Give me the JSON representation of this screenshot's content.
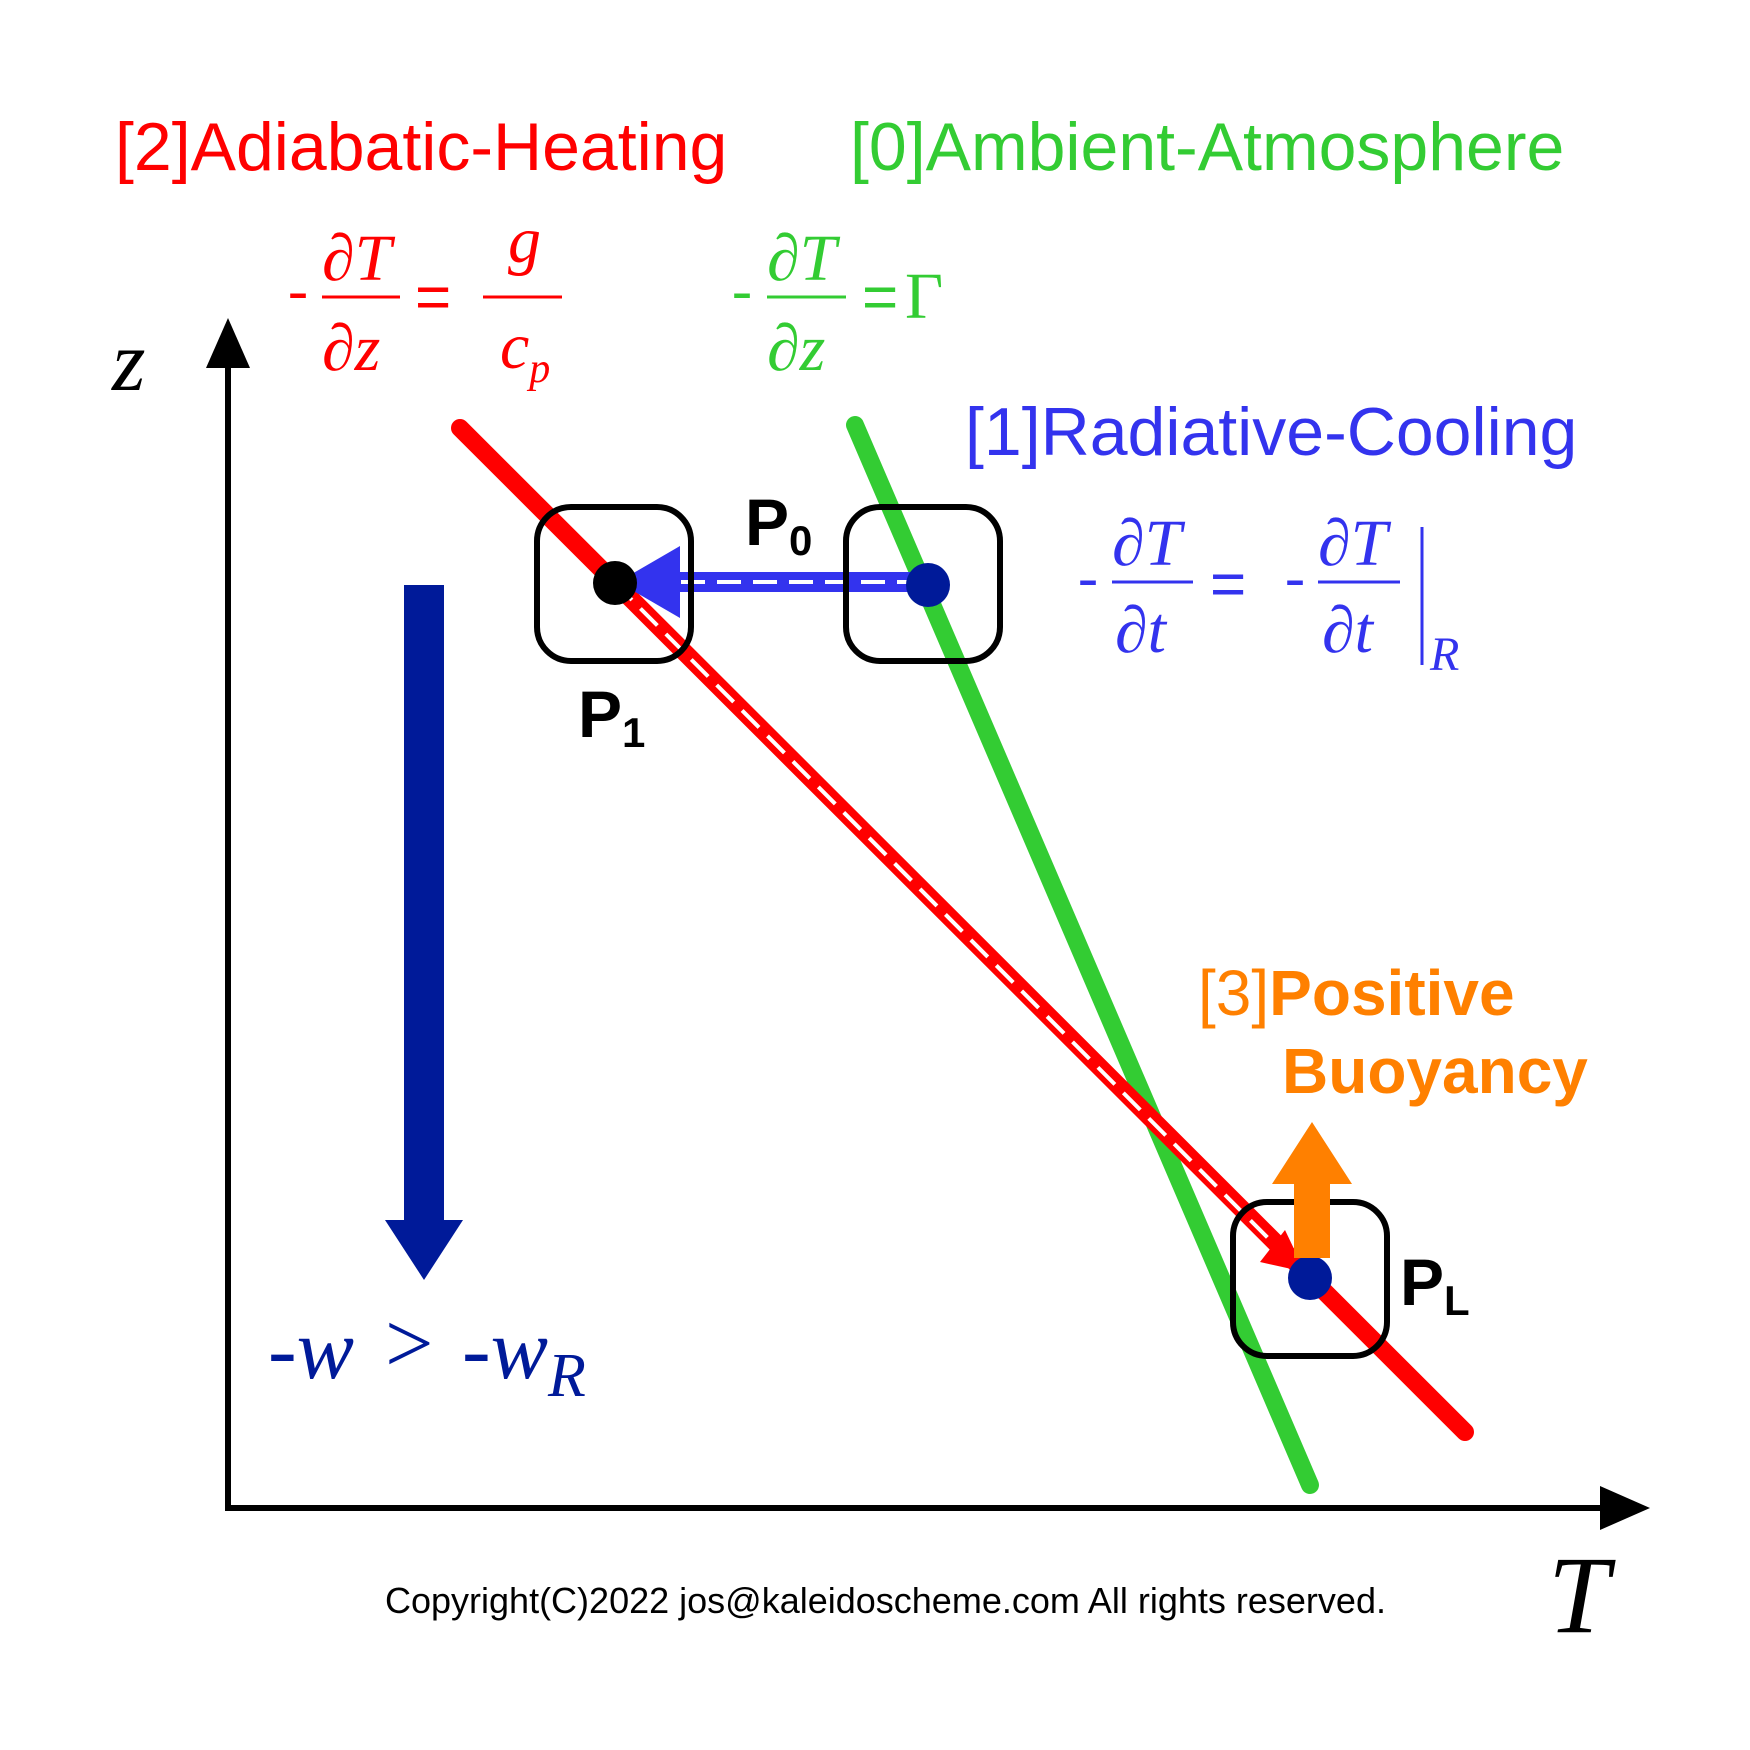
{
  "colors": {
    "adiabatic": "#ff0000",
    "ambient": "#33cc33",
    "radiative": "#3333ee",
    "buoyancy": "#ff8000",
    "descent": "#001a99",
    "axis": "#000000"
  },
  "labels": {
    "adiabatic_heading": "[2]Adiabatic-Heating",
    "ambient_heading": "[0]Ambient-Atmosphere",
    "radiative_heading": "[1]Radiative-Cooling",
    "buoyancy_prefix": "[3]",
    "buoyancy_word1": "Positive",
    "buoyancy_word2": "Buoyancy"
  },
  "equations": {
    "adiabatic": {
      "minus": "-",
      "num": "∂T",
      "den": "∂z",
      "equals": "=",
      "rhs_num": "g",
      "rhs_den_c": "c",
      "rhs_den_sub": "p"
    },
    "ambient": {
      "minus": "-",
      "num": "∂T",
      "den": "∂z",
      "equals": "=",
      "rhs": "Γ"
    },
    "radiative": {
      "minus": "-",
      "num": "∂T",
      "den": "∂t",
      "equals": "=",
      "minus2": "-",
      "num2": "∂T",
      "den2": "∂t",
      "sub": "R"
    }
  },
  "points": {
    "p0": {
      "letter": "P",
      "sub": "0"
    },
    "p1": {
      "letter": "P",
      "sub": "1"
    },
    "pl": {
      "letter": "P",
      "sub": "L"
    }
  },
  "axes": {
    "y_label": "z",
    "x_label": "T"
  },
  "velocity": {
    "lhs": "-w",
    "gt": ">",
    "rhs": "-w",
    "rhs_sub": "R"
  },
  "copyright": "Copyright(C)2022 jos@kaleidoscheme.com All rights reserved."
}
